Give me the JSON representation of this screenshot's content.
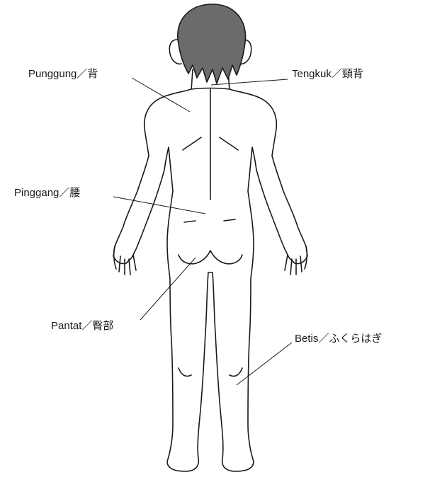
{
  "labels": {
    "back": "Punggung／背",
    "nape": "Tengkuk／頸背",
    "waist": "Pinggang／腰",
    "buttocks": "Pantat／臀部",
    "calf": "Betis／ふくらはぎ"
  },
  "colors": {
    "hair": "#6b6b6b",
    "outline": "#1a1a1a",
    "background": "#ffffff"
  }
}
